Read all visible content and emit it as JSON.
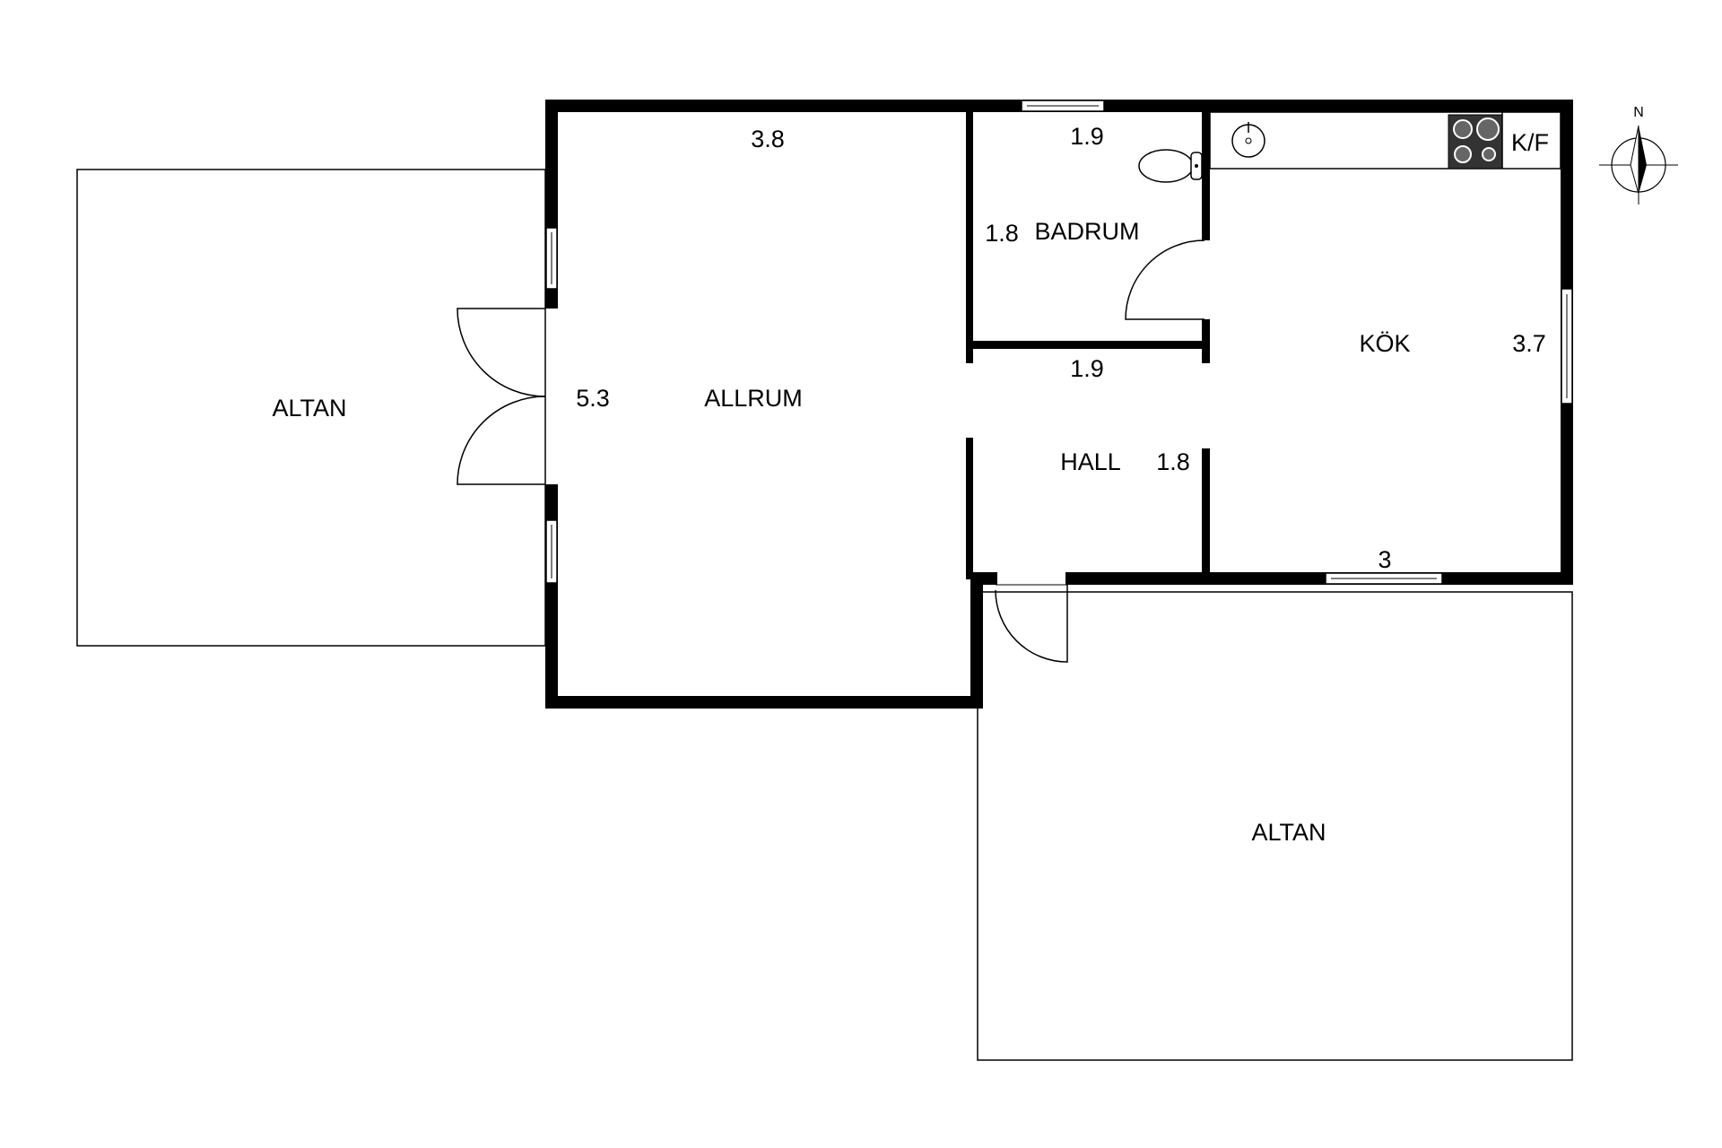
{
  "rooms": {
    "altan_west": {
      "name": "ALTAN"
    },
    "allrum": {
      "name": "ALLRUM",
      "width": "3.8",
      "depth": "5.3"
    },
    "badrum": {
      "name": "BADRUM",
      "width_top": "1.9",
      "depth": "1.8",
      "width_bottom": "1.9"
    },
    "hall": {
      "name": "HALL",
      "depth": "1.8"
    },
    "kok": {
      "name": "KÖK",
      "depth": "3.7",
      "width": "3",
      "appliance": "K/F"
    },
    "altan_south": {
      "name": "ALTAN"
    }
  },
  "compass": {
    "north": "N"
  },
  "icons": [
    "toilet-icon",
    "sink-icon",
    "stove-icon",
    "compass-icon"
  ]
}
